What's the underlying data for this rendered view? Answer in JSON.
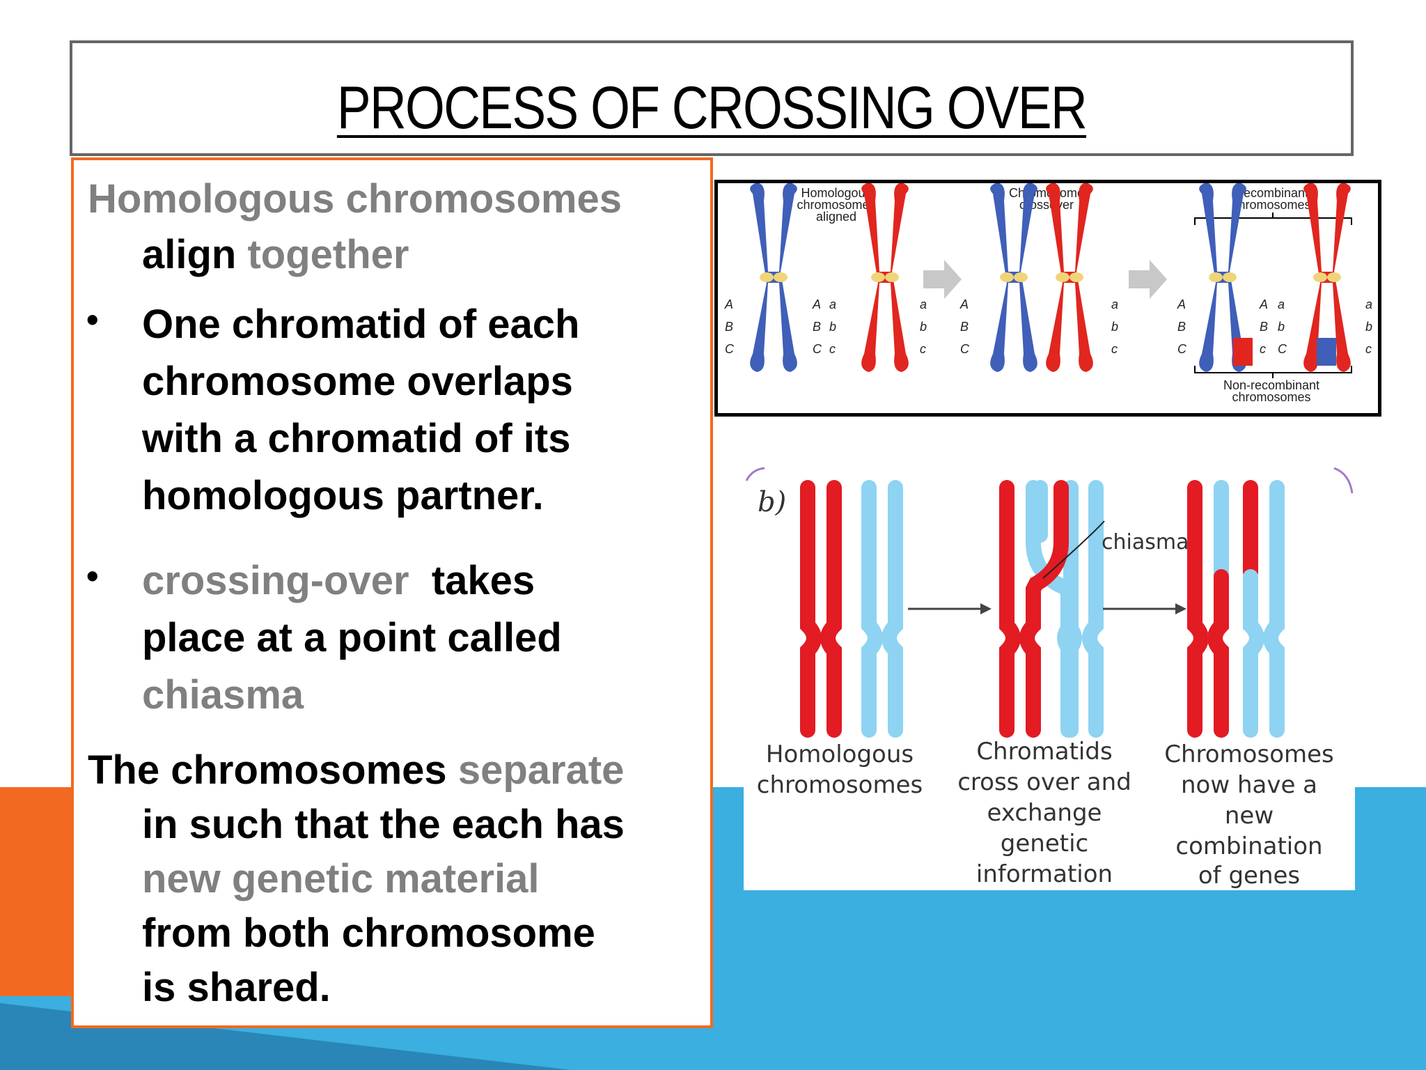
{
  "title": "PROCESS OF CROSSING OVER",
  "text": {
    "p1_gray_a": "Homologous chromosomes",
    "p1_black": "align",
    "p1_gray_b": "together",
    "bullet_char": "•",
    "b1_line1": "One chromatid of each",
    "b1_line2": "chromosome overlaps",
    "b1_line3": "with a chromatid of its",
    "b1_line4": "homologous partner.",
    "b2_gray": "crossing-over",
    "b2_black1": "takes",
    "b2_line2": "place at a point called",
    "b2_line3": "chiasma",
    "p3_black_a": "The chromosomes",
    "p3_gray_a": "separate",
    "p3_line2": "in such that the each has",
    "p3_line3": "new genetic material",
    "p3_line4": "from both chromosome",
    "p3_line5": "is shared."
  },
  "figure1": {
    "label_a1": "Homologous",
    "label_a2": "chromosomes",
    "label_a3": "aligned",
    "label_b1": "Chromosome",
    "label_b2": "crossover",
    "label_c1": "Recombinant",
    "label_c2": "chromosomes",
    "label_d1": "Non-recombinant",
    "label_d2": "chromosomes",
    "allele_A": "A",
    "allele_B": "B",
    "allele_C": "C",
    "allele_a": "a",
    "allele_b": "b",
    "allele_c": "c",
    "blue": "#3f5fb8",
    "red": "#e0261f",
    "centromere": "#f0d47a"
  },
  "figure2": {
    "panel": "b)",
    "chiasma": "chiasma",
    "cap1_l1": "Homologous",
    "cap1_l2": "chromosomes",
    "cap2_l1": "Chromatids",
    "cap2_l2": "cross over and",
    "cap2_l3": "exchange",
    "cap2_l4": "genetic",
    "cap2_l5": "information",
    "cap3_l1": "Chromosomes",
    "cap3_l2": "now have a",
    "cap3_l3": "new",
    "cap3_l4": "combination",
    "cap3_l5": "of genes",
    "red": "#e31b23",
    "light_blue": "#8ed3f2"
  },
  "colors": {
    "accent_orange": "#f26a21",
    "accent_blue": "#3aafe0",
    "gray_text": "#808080"
  }
}
